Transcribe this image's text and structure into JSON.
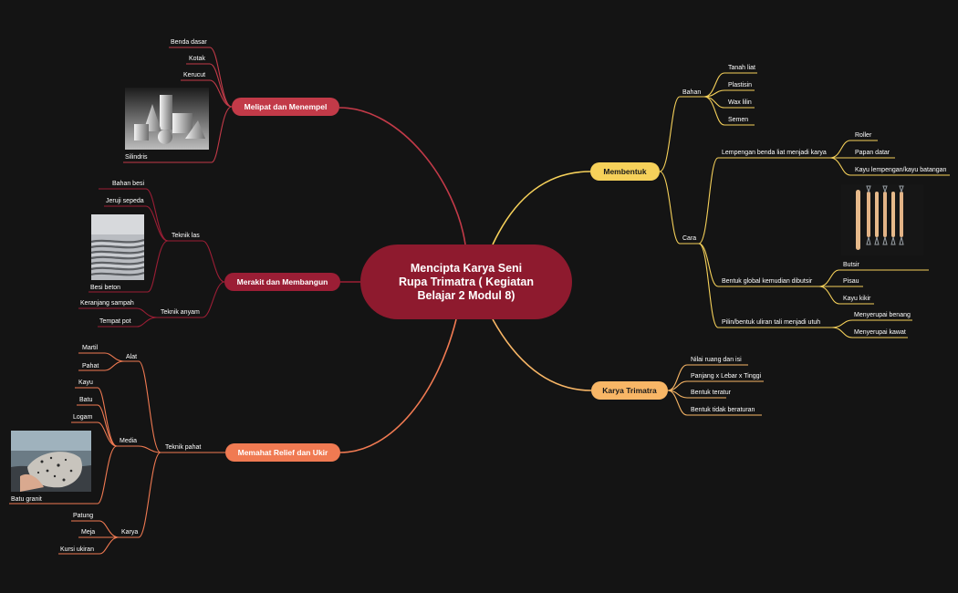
{
  "root": {
    "title": "Mencipta Karya Seni Rupa Trimatra ( Kegiatan Belajar 2 Modul 8)"
  },
  "colors": {
    "background": "#141414",
    "root": "#8e1a2e",
    "melipat": "#c23a48",
    "merakit": "#9b1e35",
    "memahat": "#f07a52",
    "membentuk": "#f6d15a",
    "karya": "#f8b666"
  },
  "topics": {
    "melipat": {
      "label": "Melipat dan Menempel",
      "children": [
        "Benda dasar",
        "Kotak",
        "Kerucut",
        "Silindris"
      ]
    },
    "merakit": {
      "label": "Merakit dan Membangun",
      "las": {
        "label": "Teknik las",
        "children": [
          "Bahan besi",
          "Jeruji sepeda",
          "Besi beton"
        ]
      },
      "anyam": {
        "label": "Teknik anyam",
        "children": [
          "Keranjang sampah",
          "Tempat pot"
        ]
      }
    },
    "memahat": {
      "label": "Memahat Relief dan Ukir",
      "pahat": {
        "label": "Teknik pahat"
      },
      "alat": {
        "label": "Alat",
        "children": [
          "Martil",
          "Pahat"
        ]
      },
      "media": {
        "label": "Media",
        "children": [
          "Kayu",
          "Batu",
          "Logam",
          "Batu granit"
        ]
      },
      "karya": {
        "label": "Karya",
        "children": [
          "Patung",
          "Meja",
          "Kursi ukiran"
        ]
      }
    },
    "membentuk": {
      "label": "Membentuk",
      "bahan": {
        "label": "Bahan",
        "children": [
          "Tanah liat",
          "Plastisin",
          "Wax lilin",
          "Semen"
        ]
      },
      "cara": {
        "label": "Cara",
        "lempengan": {
          "label": "Lempengan benda liat menjadi karya",
          "children": [
            "Roller",
            "Papan datar",
            "Kayu lempengan/kayu batangan"
          ]
        },
        "global": {
          "label": "Bentuk global kemudian dibutsir",
          "children": [
            "Butsir",
            "Pisau",
            "Kayu kikir"
          ]
        },
        "pilin": {
          "label": "Pilin/bentuk uliran tali menjadi utuh",
          "children": [
            "Menyerupai benang",
            "Menyerupai kawat"
          ]
        }
      }
    },
    "karya_trimatra": {
      "label": "Karya Trimatra",
      "children": [
        "Nilai ruang dan isi",
        "Panjang x Lebar x Tinggi",
        "Bentuk teratur",
        "Bentuk tidak beraturan"
      ]
    }
  }
}
